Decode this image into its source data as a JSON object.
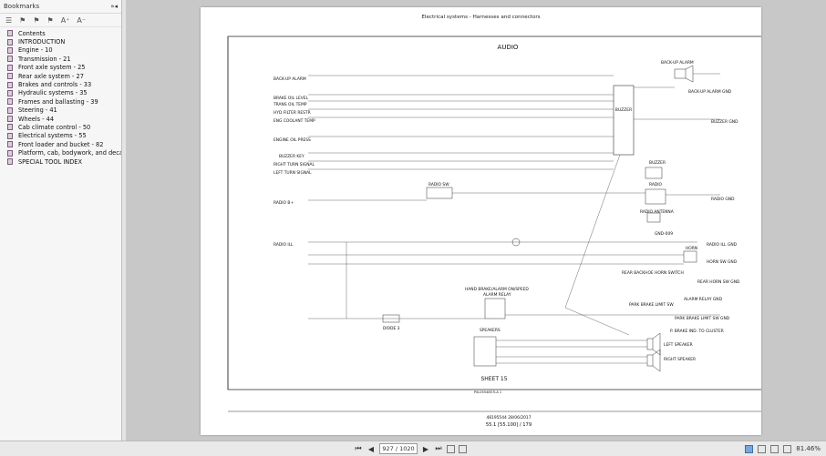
{
  "sidebar": {
    "title": "Bookmarks",
    "controls": "»◂",
    "toolbar_icons": [
      "list-options-icon",
      "bookmark-icon",
      "bookmark-icon",
      "bookmark-icon",
      "font-increase-icon",
      "font-decrease-icon"
    ],
    "toolbar_glyphs": [
      "☰",
      "⚑",
      "⚑",
      "⚑",
      "A⁺",
      "A⁻"
    ],
    "items": [
      {
        "label": "Contents"
      },
      {
        "label": "INTRODUCTION"
      },
      {
        "label": "Engine - 10"
      },
      {
        "label": "Transmission - 21"
      },
      {
        "label": "Front axle system - 25"
      },
      {
        "label": "Rear axle system - 27"
      },
      {
        "label": "Brakes and controls - 33"
      },
      {
        "label": "Hydraulic systems - 35"
      },
      {
        "label": "Frames and ballasting - 39"
      },
      {
        "label": "Steering - 41"
      },
      {
        "label": "Wheels - 44"
      },
      {
        "label": "Cab climate control - 50"
      },
      {
        "label": "Electrical systems - 55"
      },
      {
        "label": "Front loader and bucket - 82"
      },
      {
        "label": "Platform, cab, bodywork, and decals -"
      },
      {
        "label": "SPECIAL TOOL INDEX"
      }
    ]
  },
  "page": {
    "header": "Electrical systems - Harnesses and connectors",
    "diagram_title": "AUDIO",
    "sheet_label": "SHEET 15",
    "doc_code": "PSL0554857LA 1",
    "footer_line1": "48195544 28/06/2017",
    "footer_line2": "55.1 [55.100] / 179",
    "labels": {
      "backup_alarm": "BACK-UP ALARM",
      "backup_alarm_gnd": "BACK-UP ALARM GND",
      "brake_oil": "BRAKE OIL LEVEL",
      "trans_oil": "TRANS OIL TEMP",
      "hyd_filter": "HYD FILTER RESTR",
      "eng_coolant": "ENG COOLANT TEMP",
      "buzzer_mod": "BUZZER",
      "buzzer_gnd": "BUZZER GND",
      "engine_oil": "ENGINE OIL PRESS",
      "buzzer_key": "BUZZER KEY",
      "right_turn": "RIGHT TURN SIGNAL",
      "left_turn": "LEFT TURN SIGNAL",
      "buzzer": "BUZZER",
      "radio_sw": "RADIO SW",
      "radio_bplus": "RADIO B+",
      "radio": "RADIO",
      "radio_gnd": "RADIO GND",
      "radio_antenna": "RADIO ANTENNA",
      "gnd_009": "GND-009",
      "radio_ill": "RADIO ILL",
      "radio_ill_gnd": "RADIO ILL GND",
      "horn": "HORN",
      "horn_sw_gnd": "HORN SW GND",
      "rear_backhoe": "REAR BACKHOE HORN SWITCH",
      "rear_horn_gnd": "REAR HORN SW GND",
      "hand_brake": "HAND BRAKE/ALARM ON/SPEED",
      "alarm_relay": "ALARM RELAY",
      "alarm_relay_gnd": "ALARM RELAY GND",
      "park_brake_sw": "PARK BRAKE LIMIT SW",
      "park_brake_gnd": "PARK BRAKE LIMIT SW GND",
      "pbrake_cluster": "P. BRAKE IND. TO CLUSTER",
      "diode": "DIODE 3",
      "speakers": "SPEAKERS",
      "left_speaker": "LEFT SPEAKER",
      "right_speaker": "RIGHT SPEAKER"
    }
  },
  "statusbar": {
    "first_glyph": "⏮",
    "prev_glyph": "◀",
    "next_glyph": "▶",
    "last_glyph": "⏭",
    "page_value": "927 / 1020",
    "zoom": "81.46%"
  }
}
